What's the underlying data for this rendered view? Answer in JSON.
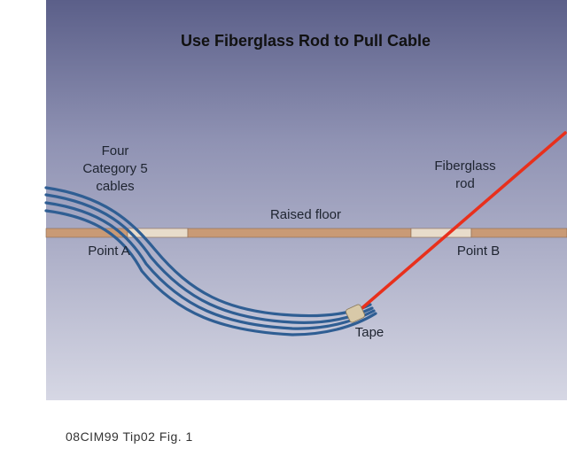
{
  "diagram": {
    "title": "Use Fiberglass Rod to Pull Cable",
    "labels": {
      "cables_line1": "Four",
      "cables_line2": "Category 5",
      "cables_line3": "cables",
      "raised_floor": "Raised floor",
      "point_a": "Point A",
      "point_b": "Point B",
      "rod_line1": "Fiberglass",
      "rod_line2": "rod",
      "tape": "Tape"
    },
    "caption": "08CIM99 Tip02 Fig. 1"
  },
  "colors": {
    "background_top": "#5b5f89",
    "background_bottom": "#d6d7e4",
    "floor": "#c99a76",
    "floor_opening": "#e8dccb",
    "cables": "#2f5e93",
    "rod": "#e8301c",
    "tape": "#d8c9a8"
  }
}
